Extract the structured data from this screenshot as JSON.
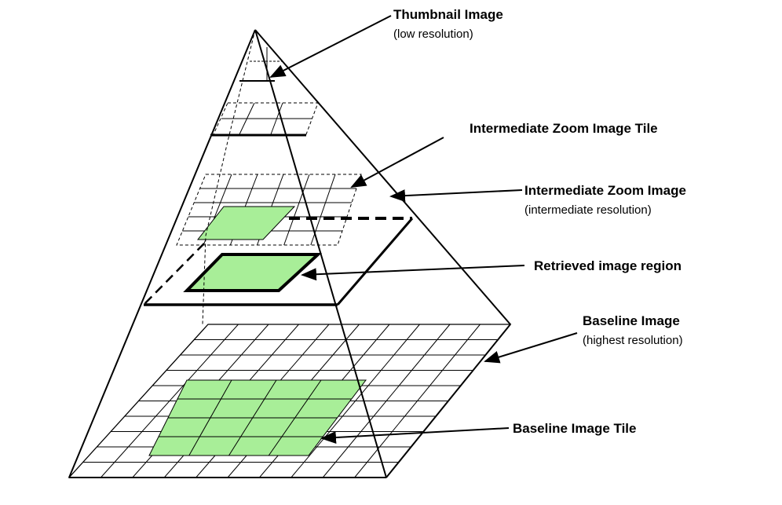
{
  "colors": {
    "tile_fill": "#a8ee98",
    "line": "#000000",
    "background": "#ffffff"
  },
  "labels": {
    "thumbnail": {
      "title": "Thumbnail Image",
      "subtitle": "(low resolution)"
    },
    "intermediate_tile": {
      "title": "Intermediate Zoom Image Tile"
    },
    "intermediate_image": {
      "title": "Intermediate Zoom Image",
      "subtitle": "(intermediate resolution)"
    },
    "retrieved_region": {
      "title": "Retrieved image region"
    },
    "baseline_image": {
      "title": "Baseline Image",
      "subtitle": "(highest resolution)"
    },
    "baseline_tile": {
      "title": "Baseline Image Tile"
    }
  }
}
